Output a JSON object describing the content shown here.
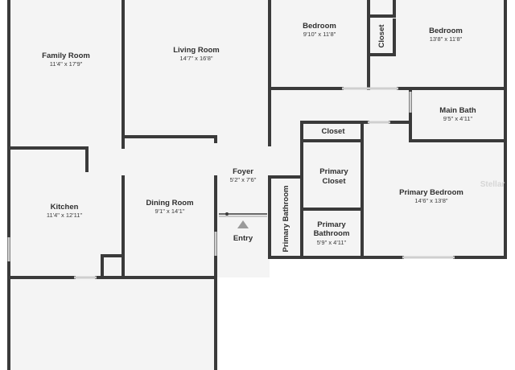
{
  "rooms": {
    "family_room": {
      "name": "Family Room",
      "dims": "11'4\" x 17'9\""
    },
    "living_room": {
      "name": "Living Room",
      "dims": "14'7\" x 16'8\""
    },
    "bedroom_1": {
      "name": "Bedroom",
      "dims": "9'10\" x 11'8\""
    },
    "bedroom_2": {
      "name": "Bedroom",
      "dims": "13'8\" x 11'8\""
    },
    "closet_top": {
      "name": "Closet"
    },
    "main_bath": {
      "name": "Main Bath",
      "dims": "9'5\" x 4'11\""
    },
    "closet_mid": {
      "name": "Closet"
    },
    "foyer": {
      "name": "Foyer",
      "dims": "5'2\" x 7'6\""
    },
    "kitchen": {
      "name": "Kitchen",
      "dims": "11'4\" x 12'11\""
    },
    "dining_room": {
      "name": "Dining Room",
      "dims": "9'1\" x 14'1\""
    },
    "primary_closet": {
      "name": "Primary Closet"
    },
    "primary_bathroom_vertical": {
      "name": "Primary Bathroom"
    },
    "primary_bathroom": {
      "name": "Primary Bathroom",
      "dims": "5'9\" x 4'11\""
    },
    "primary_bedroom": {
      "name": "Primary Bedroom",
      "dims": "14'6\" x 13'8\""
    },
    "entry": {
      "name": "Entry"
    }
  },
  "watermark": "Stellar",
  "colors": {
    "wall": "#3a3a3a",
    "floor": "#f4f4f4",
    "window": "#cfcfcf",
    "entry_arrow": "#9a9a9a"
  }
}
